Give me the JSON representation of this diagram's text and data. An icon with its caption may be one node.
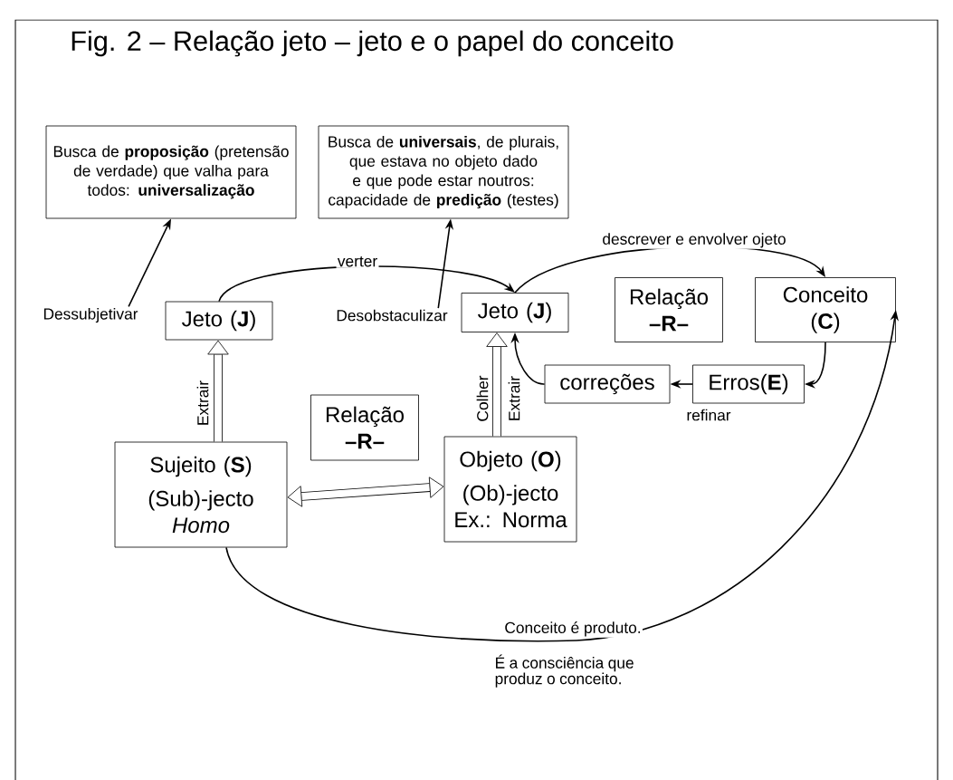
{
  "diagram": {
    "title": "Fig. 2 – Relação jeto – jeto e o papel do conceito",
    "nodes": [
      {
        "text": [
          "Busca de **proposição** (pretensão de verdade) que valha para todos: **universalização**"
        ]
      },
      {
        "text": [
          "Busca de **universais**, de plurais, que estava no objeto dado e que pode estar noutros: capacidade de **predição** (testes)"
        ]
      },
      {
        "text": [
          "Dessubjetivar"
        ]
      },
      {
        "text": [
          "Jeto (**J**)"
        ]
      },
      {
        "text": [
          "Desobstaculizar"
        ]
      },
      {
        "text": [
          "Jeto (**J**)"
        ]
      },
      {
        "text": [
          "Relação **–R–**"
        ]
      },
      {
        "text": [
          "Conceito (**C**)"
        ]
      },
      {
        "text": [
          "correções"
        ]
      },
      {
        "text": [
          "Erros(**E**)"
        ]
      },
      {
        "text": [
          "Relação **–R–**"
        ]
      },
      {
        "text": [
          "Sujeito (**S**)",
          "(Sub)-jecto *Homo*"
        ]
      },
      {
        "text": [
          "Objeto (**O**)",
          "(Ob)-jecto Ex.: Norma"
        ]
      }
    ],
    "edges": [
      {
        "from": 2,
        "to": 0,
        "arrow": "to"
      },
      {
        "from": 4,
        "to": 1,
        "arrow": "to"
      },
      {
        "from": 3,
        "to": 5,
        "arrow": "to",
        "label": "verter"
      },
      {
        "from": 5,
        "to": 7,
        "arrow": "to",
        "label": "descrever e envolver ojeto"
      },
      {
        "from": 7,
        "to": 9,
        "arrow": "to"
      },
      {
        "from": 9,
        "to": 8,
        "arrow": "to",
        "label": "refinar"
      },
      {
        "from": 8,
        "to": 5,
        "arrow": "to"
      },
      {
        "from": 11,
        "to": 3,
        "arrow": "to",
        "label": "Extrair",
        "style": "thick"
      },
      {
        "from": 12,
        "to": 5,
        "arrow": "to",
        "label": "Colher",
        "style": "thick"
      },
      {
        "from": 11,
        "to": 12,
        "arrow": "both",
        "style": "thick"
      },
      {
        "from": 11,
        "to": 7,
        "arrow": "to",
        "label": "Conceito é produto."
      }
    ],
    "labels": [
      "Extrair",
      "É a consciência que produz o conceito."
    ]
  }
}
